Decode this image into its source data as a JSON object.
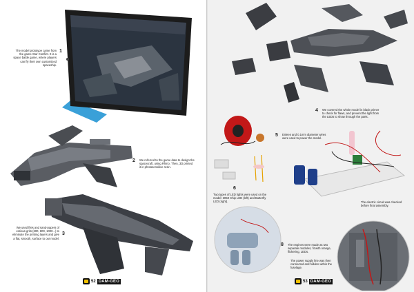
{
  "left_page": {
    "captions": [
      {
        "number": "1",
        "text": "The model prototype came from the game Star Conflict. It is a space battle game, where players can fly their own customized spaceship."
      },
      {
        "number": "2",
        "text": "We referred to the game data to design the spacecraft, using Rhino. Then, 3D printed it in photosensitive resin."
      },
      {
        "number": "3",
        "text": "We used files and sand-papers of various grits (600, 800, 1000...) to eliminate the printing layers and give a flat, smooth, surface to our model."
      }
    ],
    "footer": {
      "page_number": "52",
      "brand": "DAM-GEO"
    }
  },
  "right_page": {
    "captions": [
      {
        "number": "4",
        "text": "We covered the whole model in black primer to check for flaws, and prevent the light from the LEDs to show through the parts."
      },
      {
        "number": "5",
        "text": "Enlees and 0.1mm diameter wires were used to power the model."
      },
      {
        "number": "6",
        "text": "Two types of LED lights were used on the model: 3050 Chip LED (left) and Butterfly LED (right)."
      },
      {
        "number": "",
        "text": "The electric circuit was checked before final assembly."
      },
      {
        "number": "8",
        "text": "The engines were made as two separate modules, fit with orange, flickering, LEDs."
      },
      {
        "number": "",
        "text": "The power supply line was then connected and hidden within the fuselage."
      }
    ],
    "footer": {
      "page_number": "53",
      "brand": "DAM-GEO"
    }
  },
  "colors": {
    "tablet_case": "#3aa0d8",
    "ship_grey": "#5a5d63",
    "ship_dark": "#2f3237",
    "logo_yellow": "#f2c100",
    "wire_red": "#c21818"
  }
}
